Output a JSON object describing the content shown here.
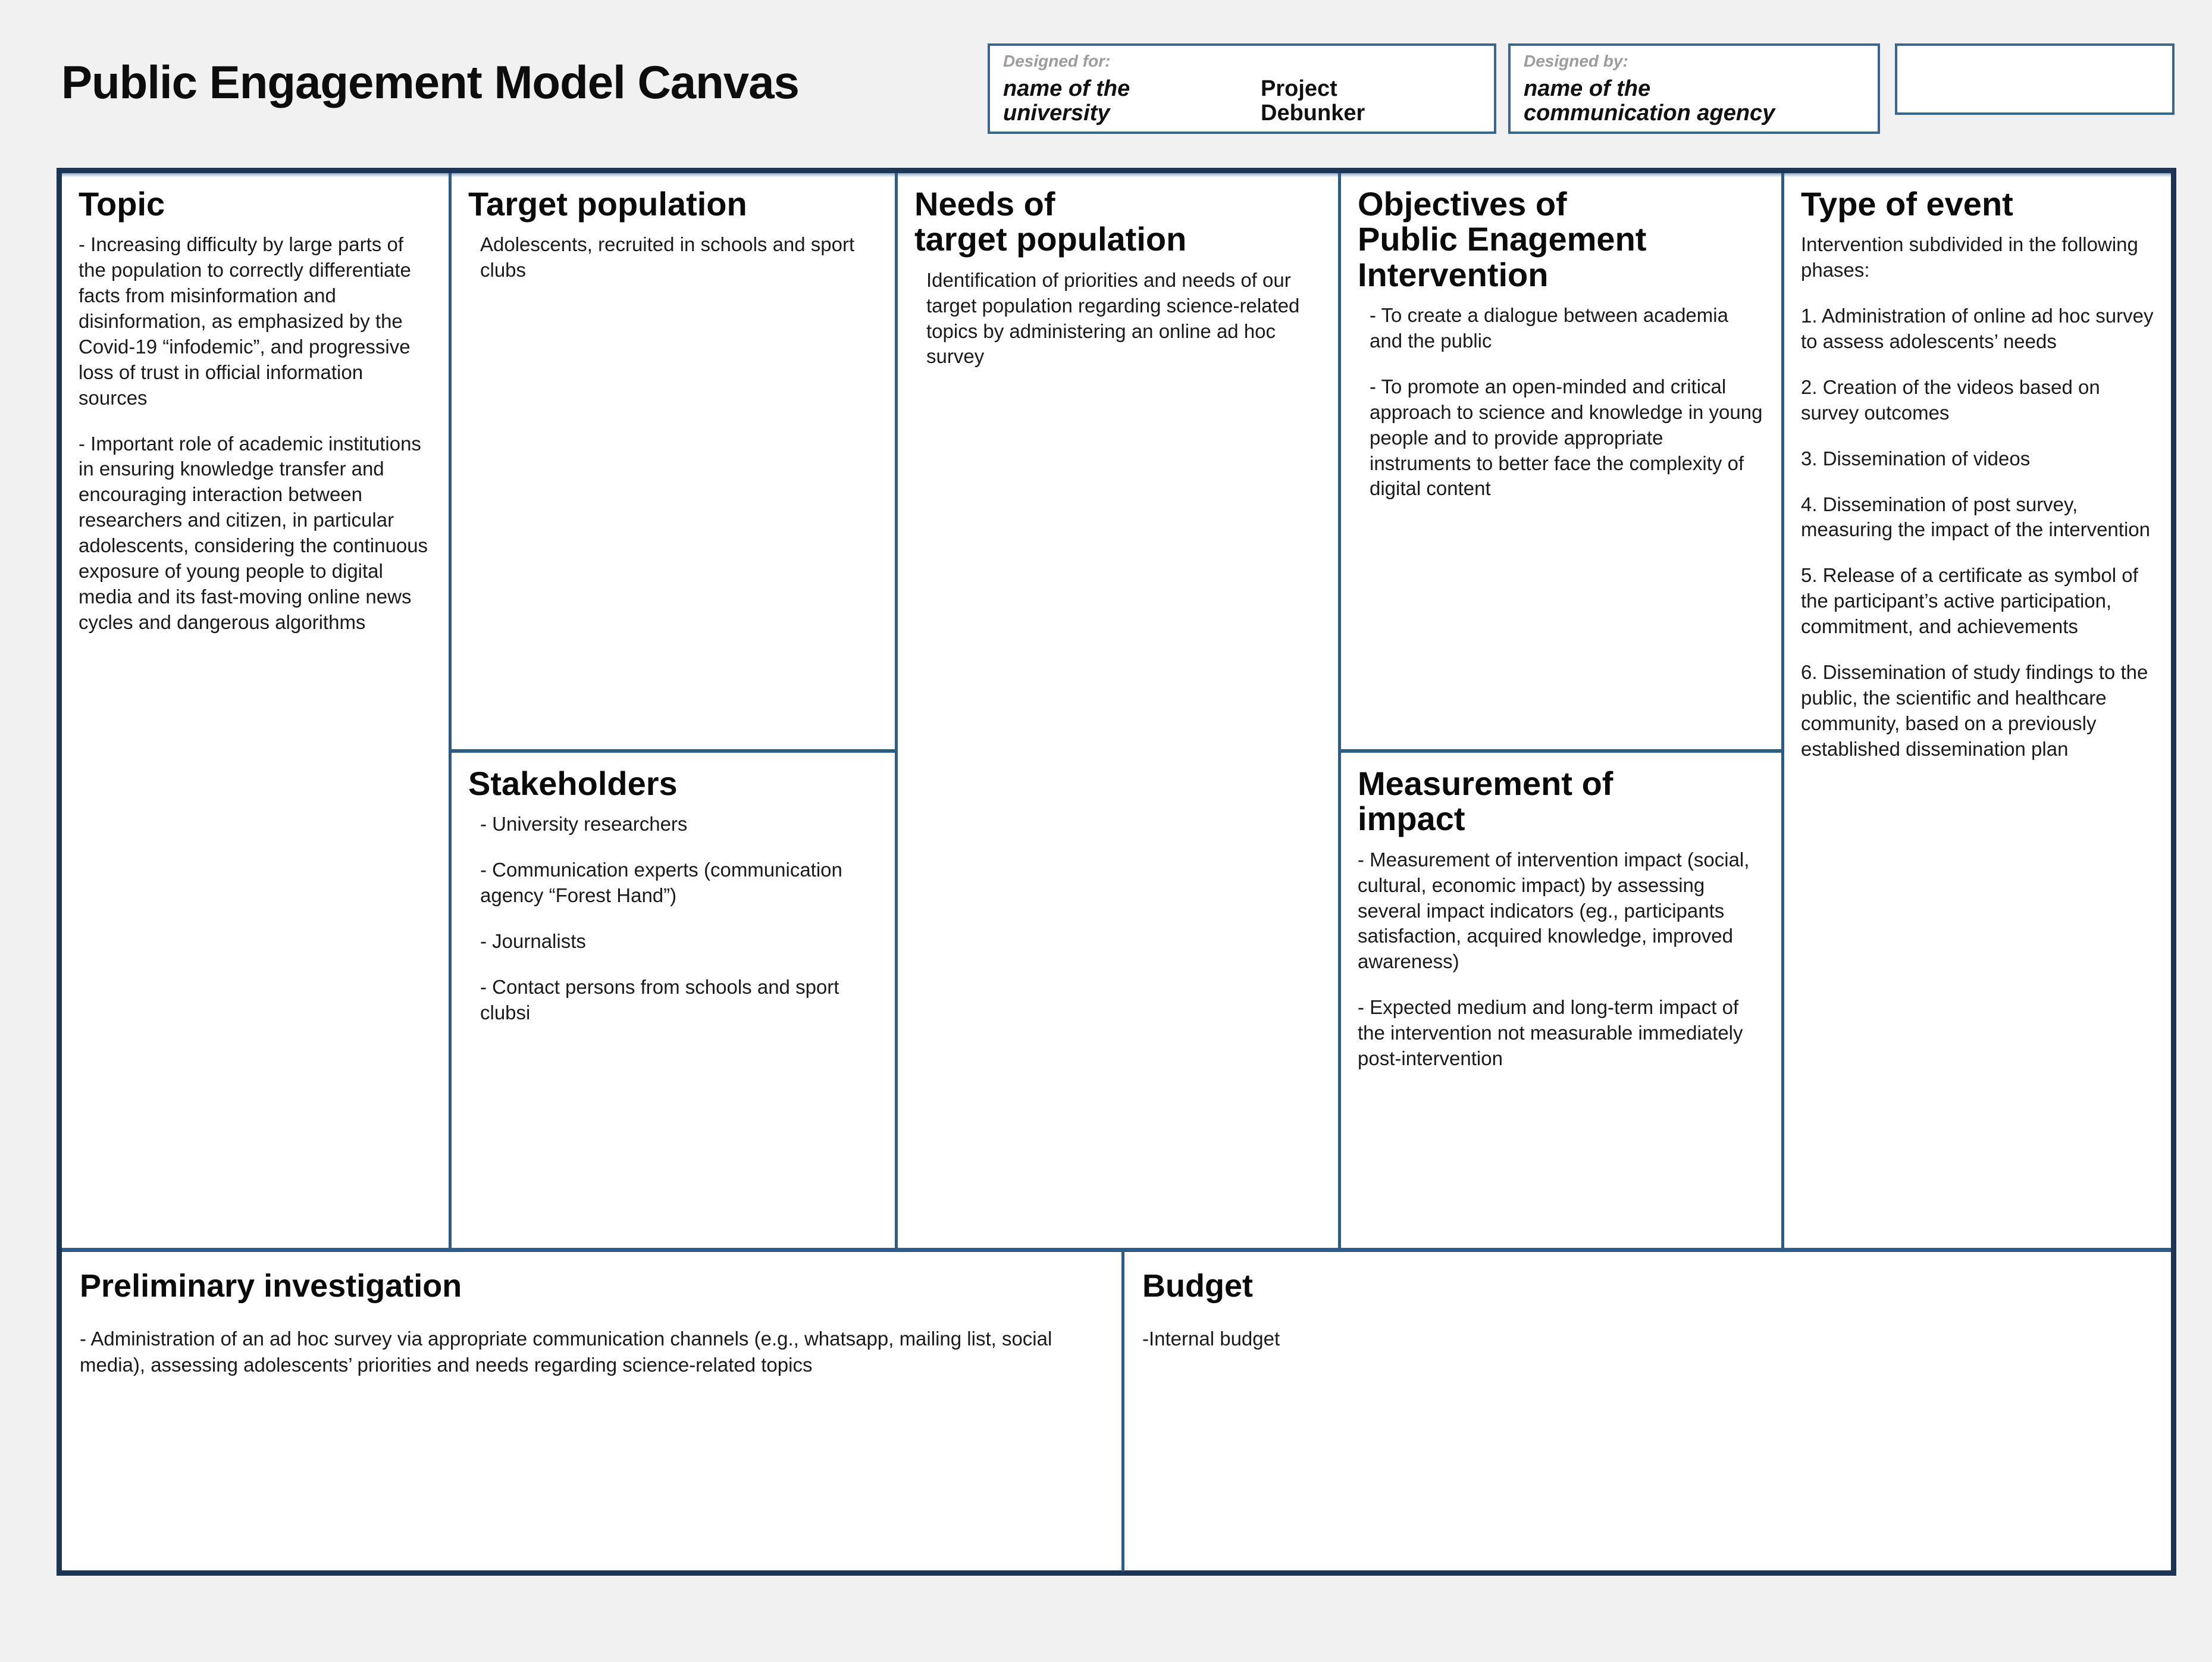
{
  "header": {
    "title": "Public Engagement Model Canvas",
    "designed_for": {
      "label": "Designed for:",
      "value": "name of the\nuniversity",
      "project": "Project\nDebunker"
    },
    "designed_by": {
      "label": "Designed by:",
      "value": "name of the\ncommunication agency"
    },
    "blank_box": ""
  },
  "colors": {
    "outer_border": "#1c3557",
    "inner_divider": "#2f5b88",
    "meta_box_border": "#3a6591",
    "page_background": "#f1f1f1",
    "cell_background": "#ffffff",
    "text": "#1a1a1a",
    "meta_label": "#9c9c9c"
  },
  "canvas": {
    "topic": {
      "title": "Topic",
      "body1": "- Increasing difficulty by large parts of the population to correctly differentiate facts from misinformation and disinformation, as emphasized by the Covid-19 “infodemic”, and progressive loss of trust in official information sources",
      "body2": "- Important role of academic institutions in ensuring knowledge transfer and encouraging interaction between researchers and citizen, in particular adolescents, considering the continuous exposure of young people to digital media and its fast-moving online news cycles and dangerous algorithms"
    },
    "target_population": {
      "title": "Target population",
      "body": "Adolescents, recruited in schools and sport clubs"
    },
    "stakeholders": {
      "title": "Stakeholders",
      "item1": "- University researchers",
      "item2": "- Communication experts (communication agency “Forest Hand”)",
      "item3": "- Journalists",
      "item4": "- Contact persons from schools and sport clubsi"
    },
    "needs": {
      "title": "Needs of\ntarget population",
      "body": "Identification of priorities and needs of our target population regarding science-related topics by administering an online ad hoc survey"
    },
    "objectives": {
      "title": "Objectives of\nPublic Enagement\nIntervention",
      "body1": "- To create a dialogue between academia and the public",
      "body2": "- To promote an open-minded and critical approach to science and knowledge in young people and to provide appropriate instruments to better face the complexity of digital content"
    },
    "measurement": {
      "title": "Measurement of\nimpact",
      "body1": "- Measurement of intervention impact (social, cultural, economic impact) by assessing several impact indicators (eg., participants satisfaction, acquired knowledge, improved awareness)",
      "body2": "- Expected medium and long-term impact of the intervention not measurable immediately post-intervention"
    },
    "type_of_event": {
      "title": "Type of event",
      "intro": "Intervention subdivided in the following phases:",
      "phase1": "1. Administration of online ad hoc survey to assess adolescents’ needs",
      "phase2": "2. Creation of the videos based on survey outcomes",
      "phase3": "3. Dissemination of videos",
      "phase4": "4. Dissemination of post survey, measuring the impact of the intervention",
      "phase5": "5. Release of a certificate as symbol of the participant’s active participation, commitment, and achievements",
      "phase6": "6. Dissemination of study findings to the public, the scientific and healthcare community, based on a previously established dissemination plan"
    },
    "preliminary_investigation": {
      "title": "Preliminary investigation",
      "body": "- Administration of an ad hoc survey via appropriate communication channels (e.g., whatsapp, mailing list, social media), assessing adolescents’ priorities and needs regarding science-related topics"
    },
    "budget": {
      "title": "Budget",
      "body": "-Internal budget"
    }
  }
}
